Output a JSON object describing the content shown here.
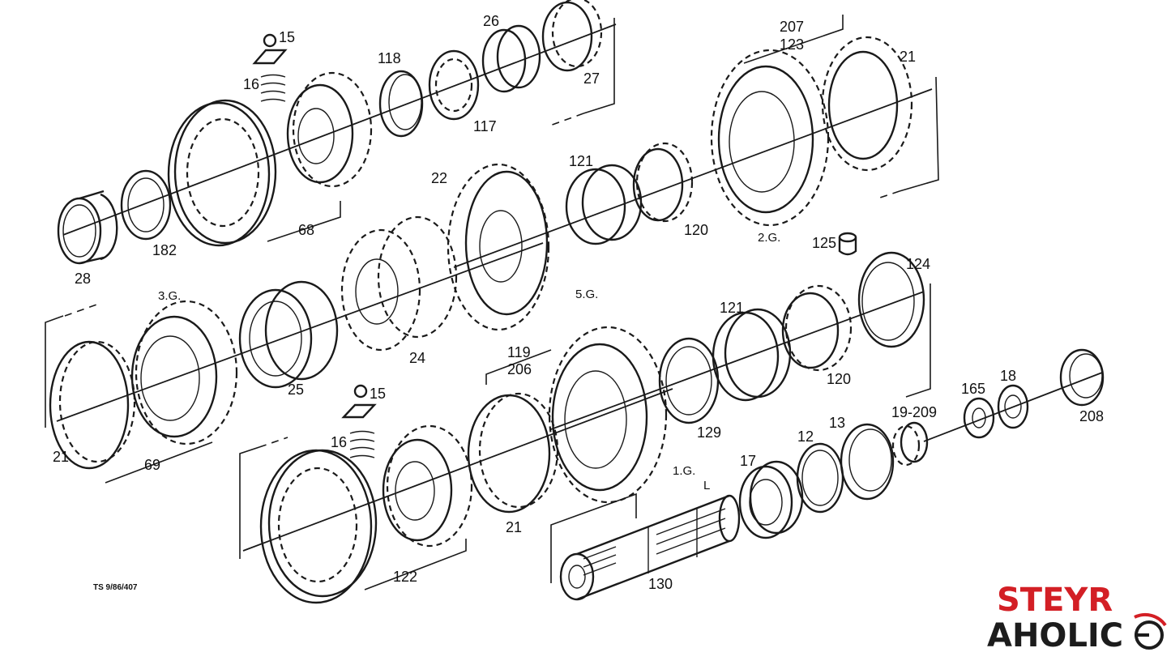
{
  "diagram": {
    "reference": "TS 9/86/407",
    "labels": [
      "15",
      "16",
      "26",
      "118",
      "27",
      "117",
      "68",
      "28",
      "182",
      "207",
      "123",
      "21",
      "121",
      "22",
      "120",
      "2.G.",
      "125",
      "124",
      "3.G.",
      "5.G.",
      "24",
      "25",
      "69",
      "21",
      "121",
      "119",
      "206",
      "120",
      "15",
      "16",
      "129",
      "165",
      "18",
      "19-209",
      "208",
      "13",
      "12",
      "17",
      "1.G.",
      "L",
      "21",
      "122",
      "130"
    ]
  },
  "logo": {
    "line1": "STEYR",
    "line2": "AHOLIC",
    "colors": {
      "line1": "#d31f25",
      "line2": "#1c1c1c"
    }
  }
}
